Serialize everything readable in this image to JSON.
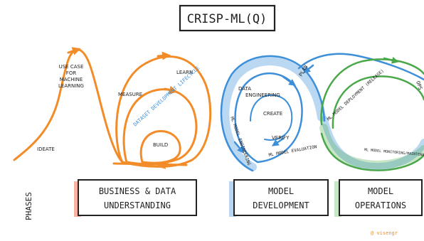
{
  "title": "CRISP-ML(Q)",
  "phases_label": "PHASES",
  "credit": "@ visengr",
  "colors": {
    "business": "#f28c28",
    "dev": "#3d8fd9",
    "ops": "#4aa84a",
    "ink": "#222222",
    "box_shadow_orange": "#f9b4a0",
    "box_shadow_blue": "#b9d5f5",
    "box_shadow_green": "#c4e8c4"
  },
  "business": {
    "ideate": "IDEATE",
    "use_case": [
      "USE CASE",
      "FOR",
      "MACHINE",
      "LEARNING"
    ],
    "measure": "MEASURE",
    "learn": "LEARN",
    "build": "BUILD",
    "dataset_lifecycle": "DATASET DEVELOPMENT LIFECYCLE"
  },
  "dev": {
    "data_engineering": [
      "DATA",
      "ENGINEERING"
    ],
    "create": "CREATE",
    "verify": "VERIFY",
    "ml_model_engineering": "ML MODEL ENGINEERING",
    "ml_model_evaluation": "ML MODEL EVALUATION"
  },
  "ops": {
    "plan": "PLAN",
    "deployment": "ML MODEL DEPLOYMENT (RELEASE)",
    "monitoring": "ML MODEL MONITORING/MAINTENANCE",
    "ops_edge": "OPS"
  },
  "phase_boxes": [
    {
      "lines": [
        "BUSINESS & DATA",
        "UNDERSTANDING"
      ]
    },
    {
      "lines": [
        "MODEL",
        "DEVELOPMENT"
      ]
    },
    {
      "lines": [
        "MODEL",
        "OPERATIONS"
      ]
    }
  ]
}
